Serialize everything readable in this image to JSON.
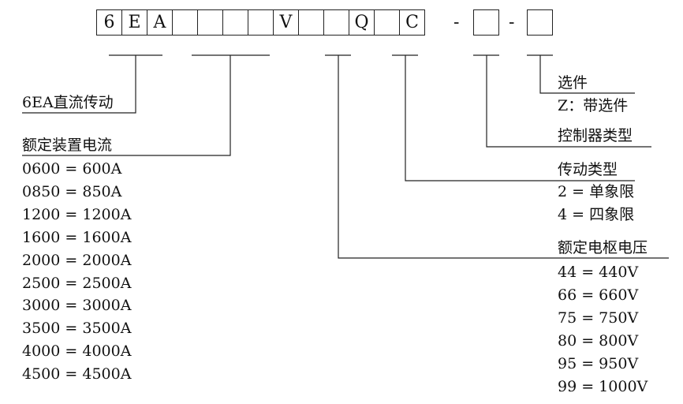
{
  "code_boxes": [
    "6",
    "E",
    "A",
    "",
    "",
    "",
    "",
    "V",
    "",
    "",
    "Q",
    "",
    "C"
  ],
  "separators": [
    "-",
    "-"
  ],
  "suffix_boxes": [
    "",
    ""
  ],
  "labels": {
    "product": "6EA直流传动",
    "rated_current": "额定装置电流",
    "options": "选件",
    "options_z": "Z：带选件",
    "controller_type": "控制器类型",
    "drive_type": "传动类型",
    "rated_armature_voltage": "额定电枢电压"
  },
  "current_list": [
    "0600 = 600A",
    "0850 = 850A",
    "1200 = 1200A",
    "1600 = 1600A",
    "2000 = 2000A",
    "2500 = 2500A",
    "3000 = 3000A",
    "3500 = 3500A",
    "4000 = 4000A",
    "4500 = 4500A"
  ],
  "drive_list": [
    "2 = 单象限",
    "4 = 四象限"
  ],
  "voltage_list": [
    "44 = 440V",
    "66 = 660V",
    "75 = 750V",
    "80 = 800V",
    "95 = 950V",
    "99 = 1000V"
  ]
}
